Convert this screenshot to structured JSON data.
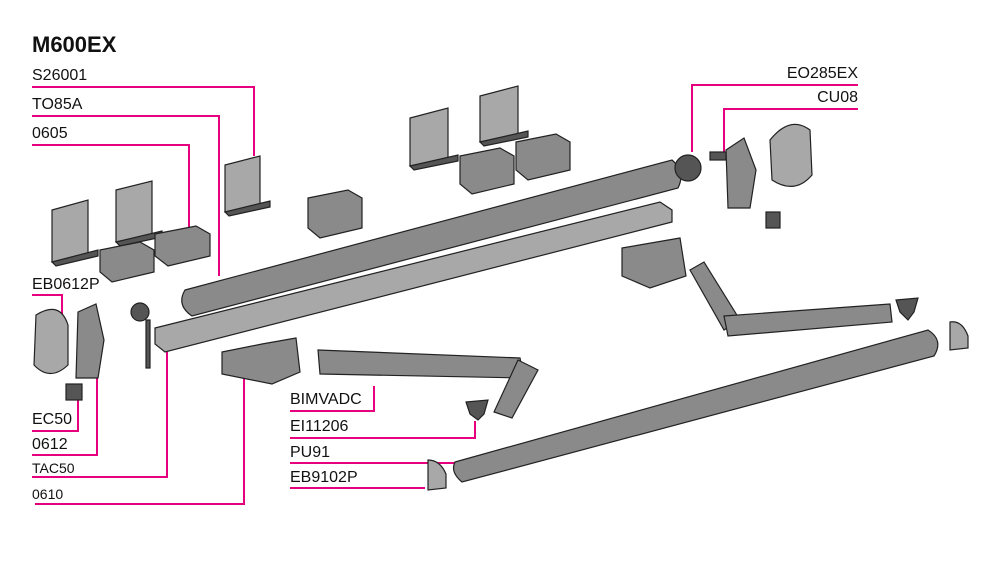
{
  "title": "M600EX",
  "labels": {
    "s26001": "S26001",
    "to85a": "TO85A",
    "p0605": "0605",
    "eb0612p": "EB0612P",
    "ec50": "EC50",
    "p0612": "0612",
    "tac50": "TAC50",
    "p0610": "0610",
    "bimvadc": "BIMVADC",
    "ei11206": "EI11206",
    "pu91": "PU91",
    "eb9102p": "EB9102P",
    "eo285ex": "EO285EX",
    "cu08": "CU08"
  },
  "colors": {
    "leader": "#e6007e",
    "part": "#8a8a8a"
  }
}
